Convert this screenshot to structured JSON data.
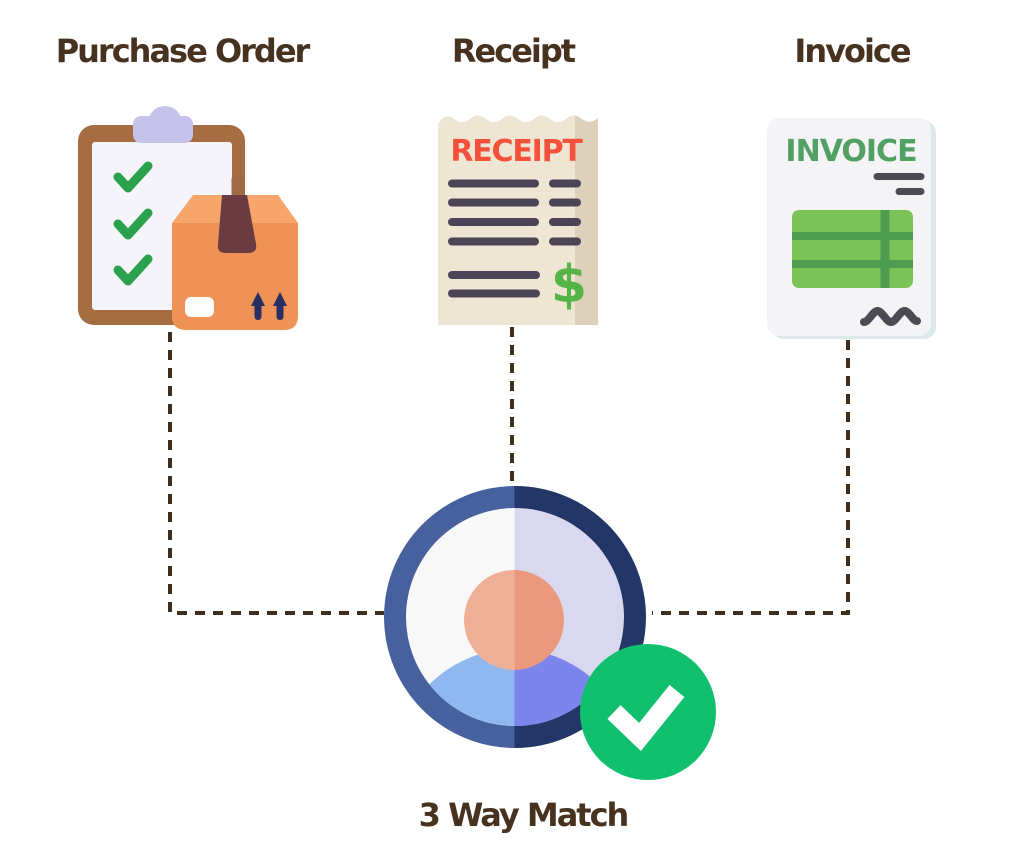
{
  "title_labels": {
    "purchase_order": "Purchase Order",
    "receipt": "Receipt",
    "invoice": "Invoice"
  },
  "caption": "3 Way Match",
  "icons": {
    "receipt": {
      "header": "RECEIPT",
      "currency": "$"
    },
    "invoice": {
      "header": "INVOICE"
    }
  },
  "colors": {
    "bg": "#ffffff",
    "label_text": "#46321f",
    "connector": "#3f2d1e",
    "clipboard_frame": "#a66c42",
    "clipboard_paper": "#f5f4fb",
    "clip": "#c5c2ec",
    "check_green": "#2aa24d",
    "box_top": "#f8a56b",
    "box_front": "#ef9255",
    "tape_dark": "#6a3b41",
    "tape_stub": "#a06a44",
    "box_label": "#fdfdfd",
    "arrow_navy": "#272e63",
    "receipt_paper": "#efe5d3",
    "receipt_fold": "#ddd1bc",
    "receipt_red": "#f4503a",
    "receipt_line": "#4c4457",
    "dollar_green": "#55b348",
    "invoice_paper": "#f4f3f6",
    "invoice_shadow": "#dce9eb",
    "invoice_green": "#52a163",
    "invoice_line": "#4e4a54",
    "table_light": "#7cc357",
    "table_dark": "#4d9c50",
    "ring_left": "#46619e",
    "ring_right": "#233668",
    "face_bg_left": "#f8f8f8",
    "face_bg_right": "#dad8ee",
    "head_left": "#f0af97",
    "head_right": "#ea997e",
    "shoulder_left": "#90b8f0",
    "shoulder_right": "#7b85ec",
    "badge_green": "#11c06f",
    "badge_check": "#ffffff"
  }
}
